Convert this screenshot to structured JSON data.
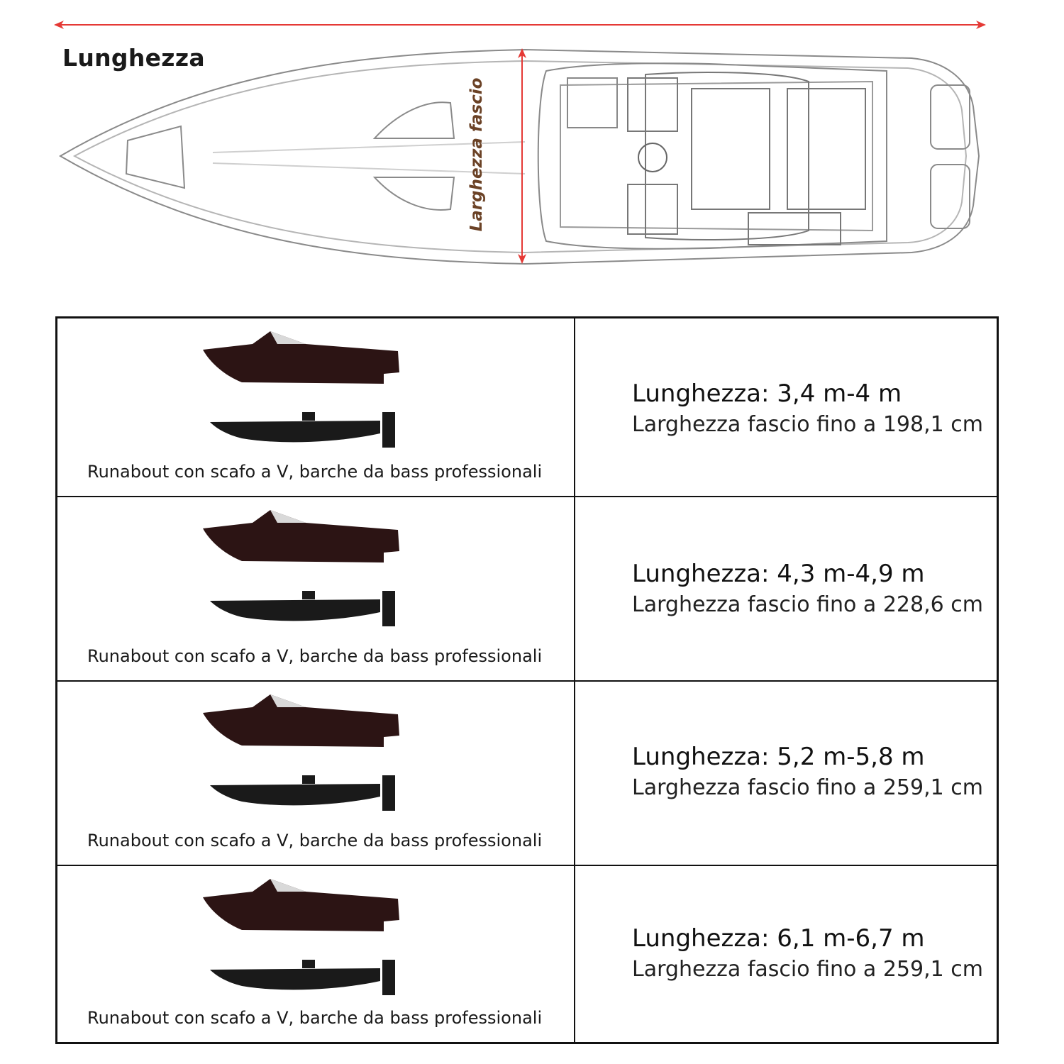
{
  "diagram": {
    "length_label": "Lunghezza",
    "beam_label": "Larghezza fascio",
    "arrow_color": "#e53935"
  },
  "table": {
    "rows": [
      {
        "caption": "Runabout con scafo a V, barche da bass professionali",
        "length": "Lunghezza: 3,4 m-4 m",
        "beam": "Larghezza fascio fino a 198,1 cm"
      },
      {
        "caption": "Runabout con scafo a V, barche da bass professionali",
        "length": "Lunghezza: 4,3 m-4,9 m",
        "beam": "Larghezza fascio fino a 228,6 cm"
      },
      {
        "caption": "Runabout con scafo a V, barche da bass professionali",
        "length": "Lunghezza: 5,2 m-5,8 m",
        "beam": "Larghezza fascio fino a 259,1 cm"
      },
      {
        "caption": "Runabout con scafo a V, barche da bass professionali",
        "length": "Lunghezza: 6,1 m-6,7 m",
        "beam": "Larghezza fascio fino a 259,1 cm"
      }
    ]
  }
}
